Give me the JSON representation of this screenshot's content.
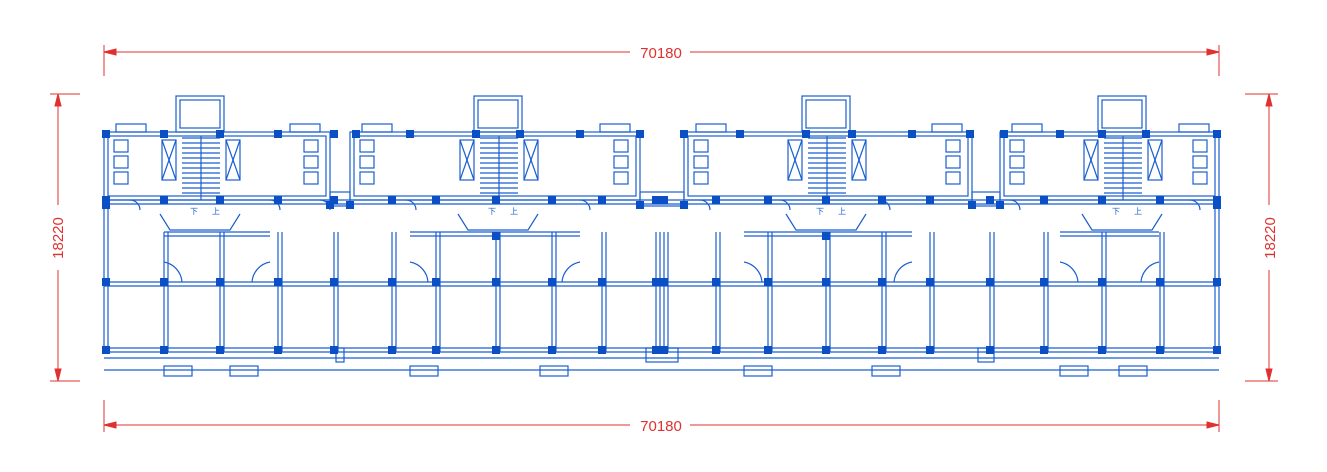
{
  "dimensions": {
    "top_width": "70180",
    "bottom_width": "70180",
    "left_height": "18220",
    "right_height": "18220"
  },
  "stair_marks": [
    "下",
    "上"
  ],
  "colors": {
    "background": "#ffffff",
    "dimension": "#e03030",
    "plan": "#1a5fd0",
    "column": "#0b4fc4"
  }
}
